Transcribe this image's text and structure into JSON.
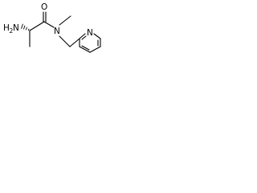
{
  "molecule": {
    "atoms": {
      "amine_h": "H",
      "amine_h_sub": "2",
      "amine_n": "N",
      "carbonyl_o": "O",
      "amide_n": "N",
      "pyridine_n": "N"
    }
  }
}
